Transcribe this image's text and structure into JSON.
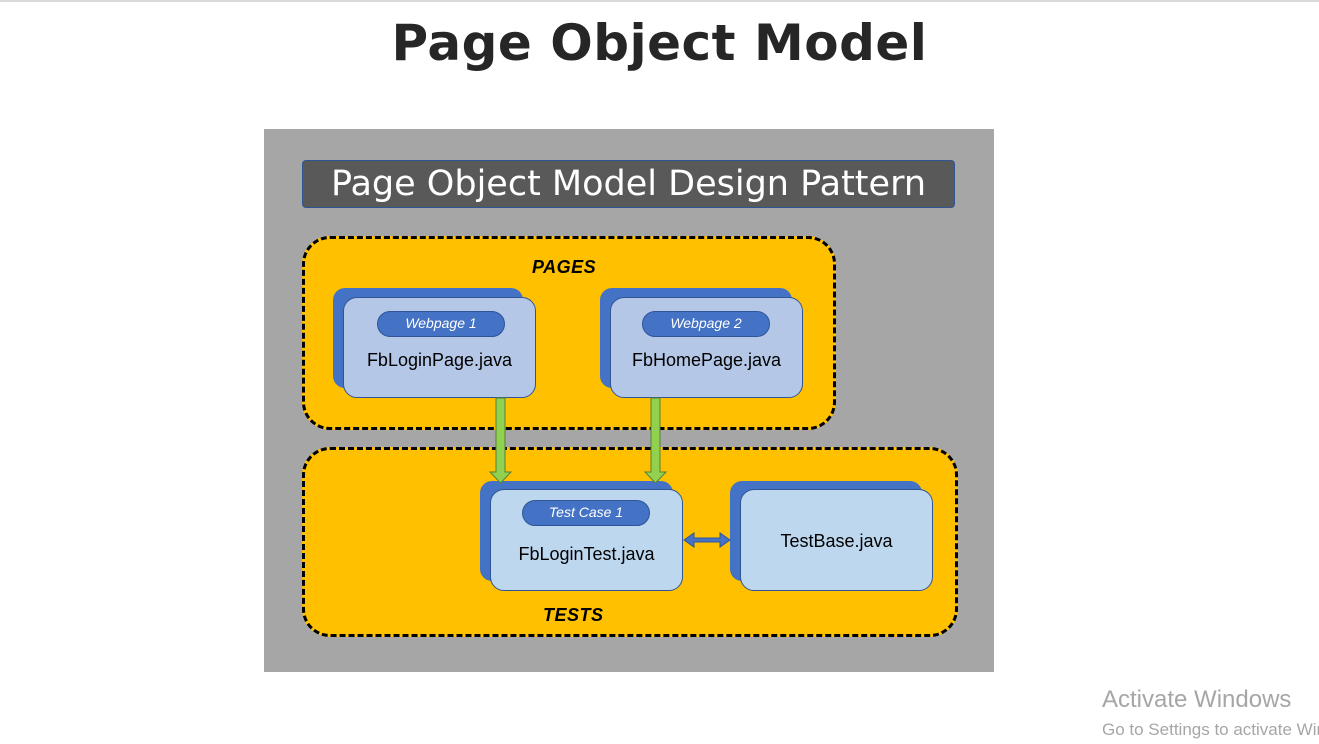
{
  "slide": {
    "title": "Page Object Model"
  },
  "diagram": {
    "banner": "Page Object Model Design Pattern",
    "pages_label": "PAGES",
    "tests_label": "TESTS",
    "nodes": {
      "webpage1": {
        "tag": "Webpage 1",
        "file": "FbLoginPage.java"
      },
      "webpage2": {
        "tag": "Webpage 2",
        "file": "FbHomePage.java"
      },
      "testcase1": {
        "tag": "Test Case 1",
        "file": "FbLoginTest.java"
      },
      "testbase": {
        "file": "TestBase.java"
      }
    },
    "colors": {
      "panel": "#a6a6a6",
      "group_fill": "#ffc000",
      "card_back": "#4472c4",
      "card_page": "#b4c7e7",
      "card_test": "#bdd7ee",
      "arrow_down": "#92d050",
      "arrow_bidirectional": "#4472c4"
    }
  },
  "watermark": {
    "title": "Activate Windows",
    "subtitle": "Go to Settings to activate Windows."
  }
}
